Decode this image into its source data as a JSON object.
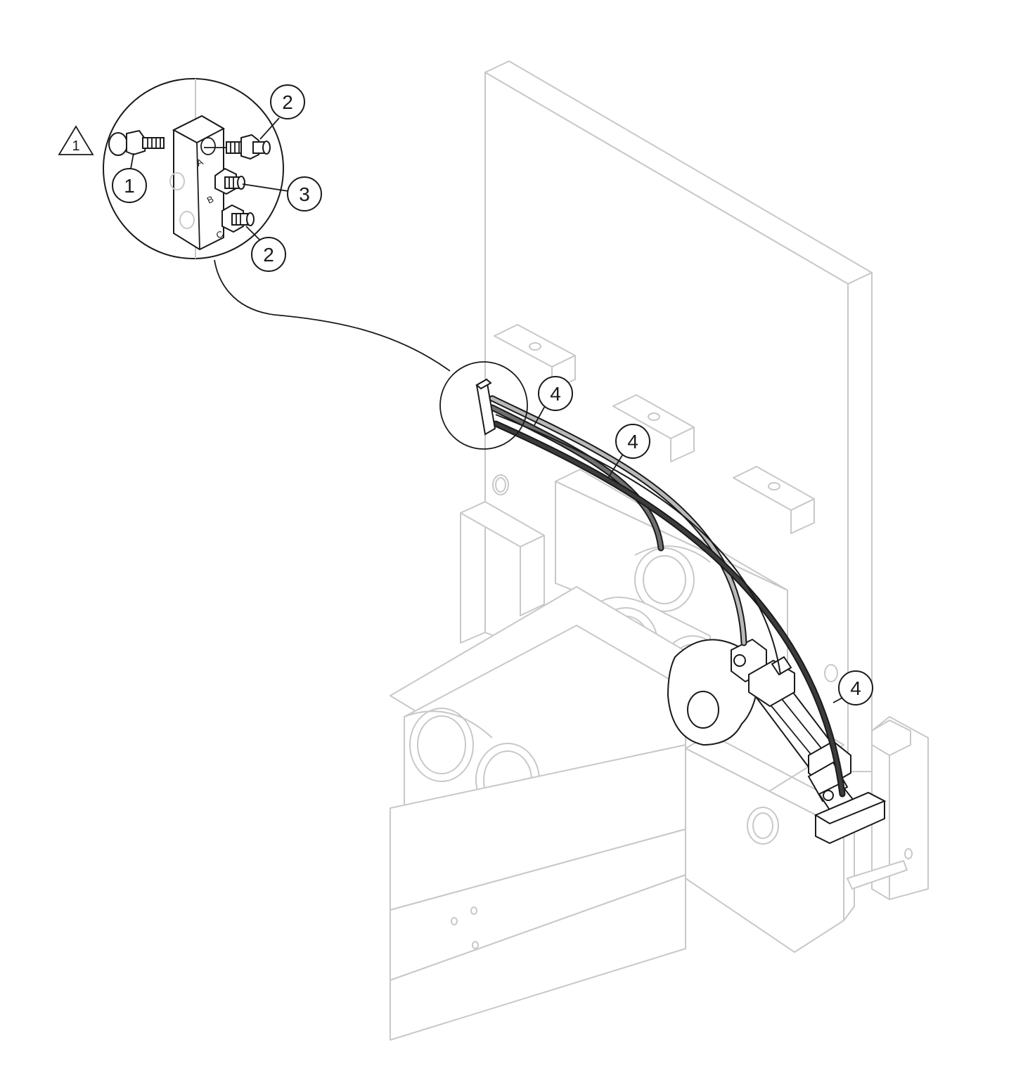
{
  "warning": {
    "symbol": "1",
    "icon": "warning-triangle-icon"
  },
  "detail_callouts": [
    "1",
    "2",
    "3",
    "2"
  ],
  "port_labels": [
    "A",
    "B",
    "C"
  ],
  "hose_callouts": [
    "4",
    "4",
    "4"
  ],
  "colors": {
    "ghost_line": "#c8c8c8",
    "ink": "#1a1a1a",
    "hose_light": "#b9b9b9",
    "hose_mid": "#6f6f6f",
    "hose_dark": "#3c3c3c"
  }
}
